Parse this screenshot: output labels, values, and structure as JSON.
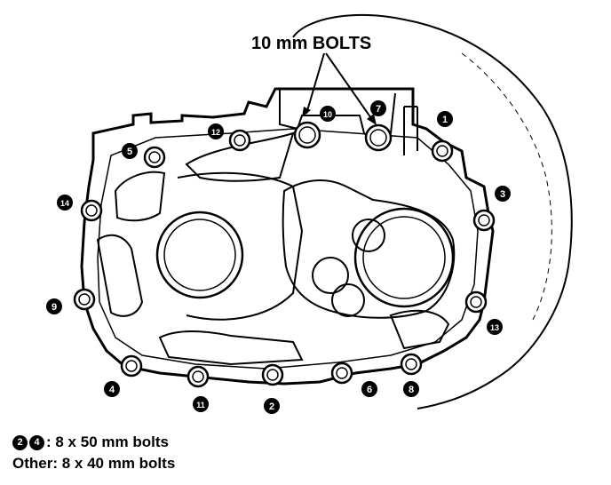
{
  "callout": {
    "label": "10 mm BOLTS",
    "targets": [
      "10",
      "7"
    ]
  },
  "bolts": [
    {
      "id": "1",
      "label": "1"
    },
    {
      "id": "2",
      "label": "2"
    },
    {
      "id": "3",
      "label": "3"
    },
    {
      "id": "4",
      "label": "4"
    },
    {
      "id": "5",
      "label": "5"
    },
    {
      "id": "6",
      "label": "6"
    },
    {
      "id": "7",
      "label": "7"
    },
    {
      "id": "8",
      "label": "8"
    },
    {
      "id": "9",
      "label": "9"
    },
    {
      "id": "10",
      "label": "10"
    },
    {
      "id": "11",
      "label": "11"
    },
    {
      "id": "12",
      "label": "12"
    },
    {
      "id": "13",
      "label": "13"
    },
    {
      "id": "14",
      "label": "14"
    }
  ],
  "notes": {
    "line1": {
      "markers": [
        "2",
        "4"
      ],
      "text": ": 8 x 50 mm bolts"
    },
    "line2": {
      "text": "Other: 8 x 40 mm bolts"
    }
  },
  "colors": {
    "ink": "#000000",
    "paper": "#ffffff"
  }
}
